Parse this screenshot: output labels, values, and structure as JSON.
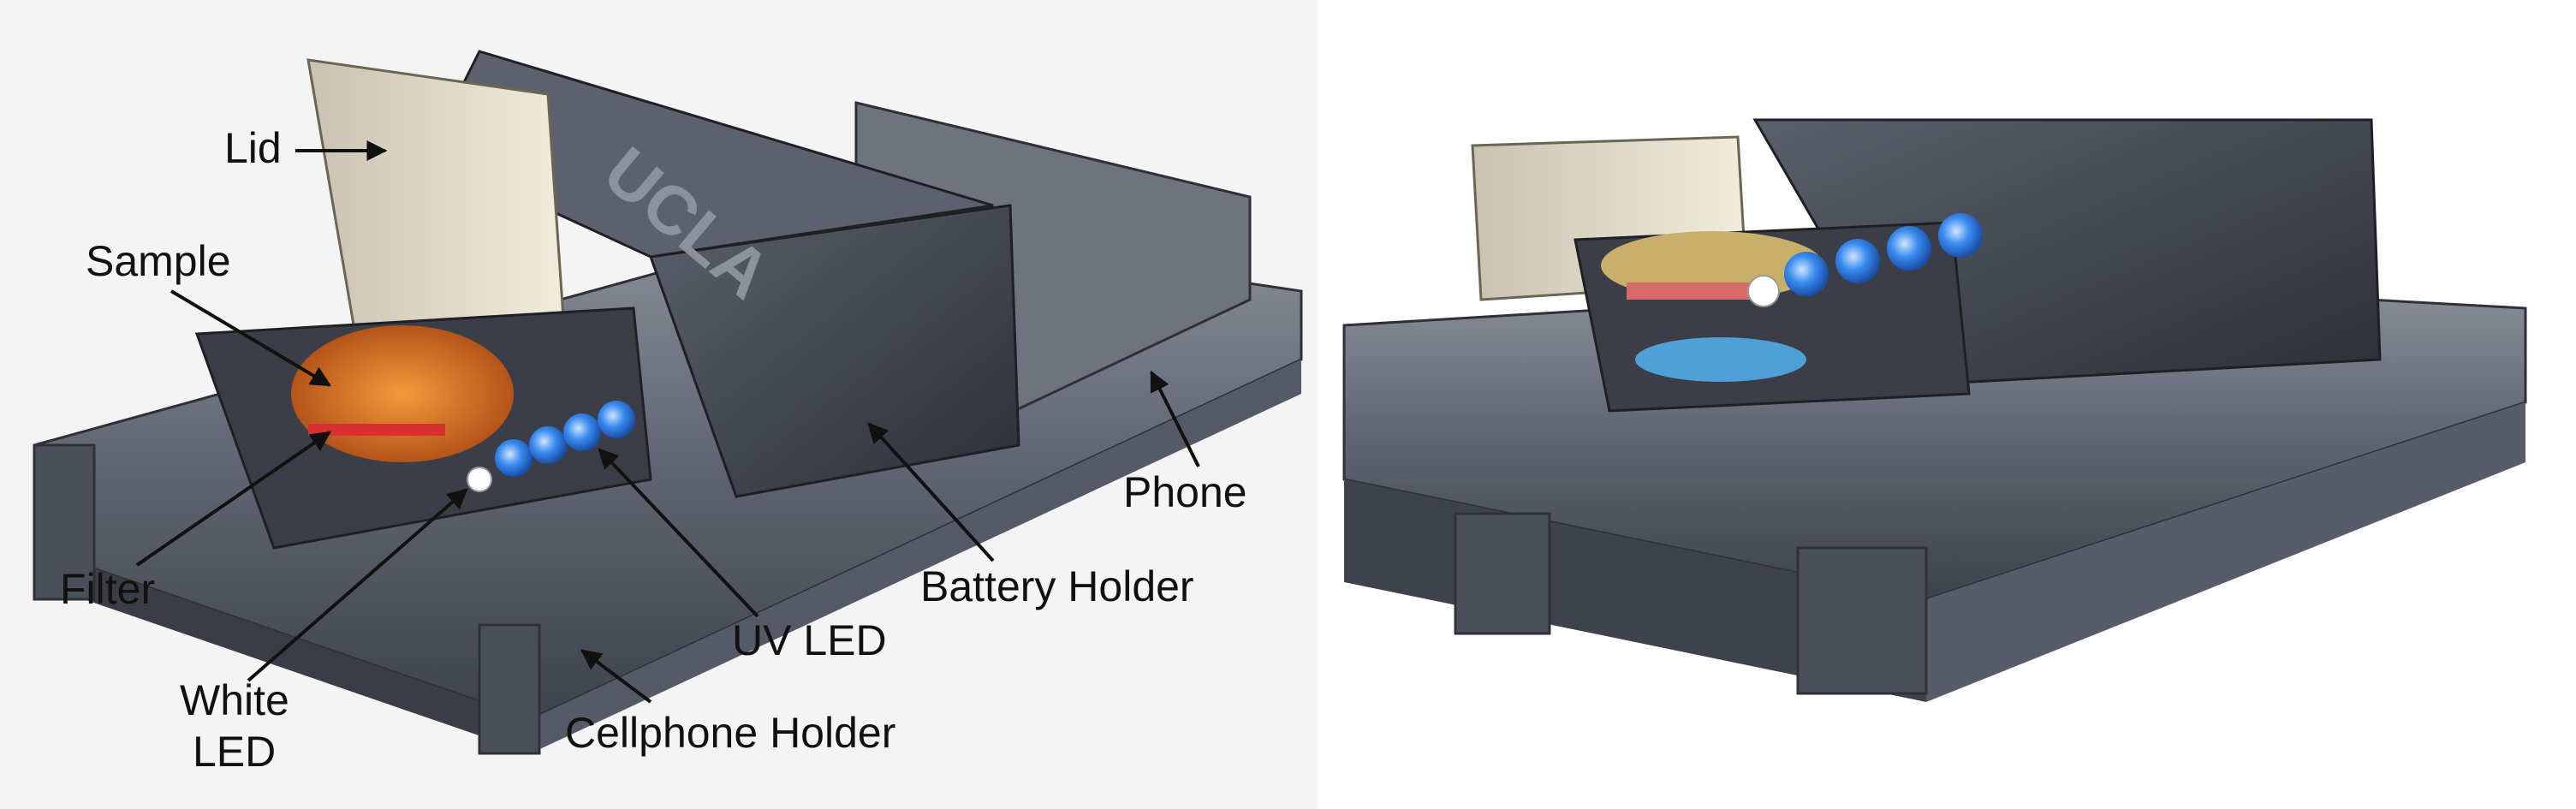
{
  "labels": {
    "lid": "Lid",
    "sample": "Sample",
    "filter": "Filter",
    "white_led_line1": "White",
    "white_led_line2": "LED",
    "uv_led": "UV LED",
    "battery_holder": "Battery Holder",
    "phone": "Phone",
    "cellphone_holder": "Cellphone Holder"
  },
  "device_marking": "UCLA",
  "colors": {
    "device_body": "#4a4f5c",
    "holder_base": "#6a6f7c",
    "uv_led": "#2f7fe8",
    "white_led": "#ffffff",
    "sample": "#e07a2a",
    "filter": "#d83030",
    "lid": "#d8d0bc",
    "background_panel": "#eeeeee"
  }
}
